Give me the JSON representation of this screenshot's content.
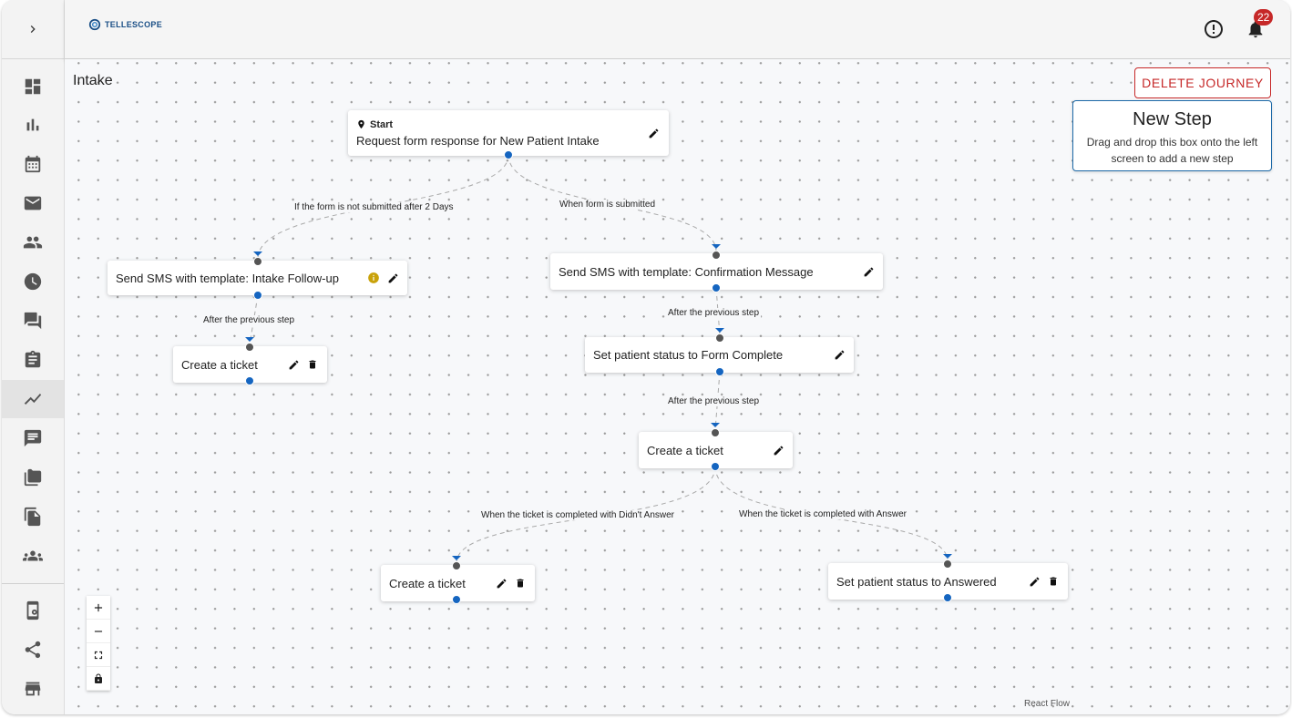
{
  "app": {
    "logo_text": "TELLESCOPE",
    "notification_count": "22",
    "brand_color": "#1a4f86",
    "accent_color": "#1565c0",
    "danger_color": "#c62828"
  },
  "sidebar": {
    "items": [
      {
        "name": "dashboard-icon"
      },
      {
        "name": "analytics-icon"
      },
      {
        "name": "calendar-icon"
      },
      {
        "name": "mail-icon"
      },
      {
        "name": "people-icon"
      },
      {
        "name": "clock-icon"
      },
      {
        "name": "forum-icon"
      },
      {
        "name": "clipboard-icon"
      },
      {
        "name": "timeline-icon",
        "active": true
      },
      {
        "name": "chat-icon"
      },
      {
        "name": "folder-icon"
      },
      {
        "name": "files-icon"
      },
      {
        "name": "groups-icon"
      },
      {
        "name": "app-settings-icon"
      },
      {
        "name": "share-icon"
      },
      {
        "name": "store-icon"
      }
    ]
  },
  "page": {
    "title": "Intake",
    "delete_button": "DELETE JOURNEY"
  },
  "new_step": {
    "title": "New Step",
    "description": "Drag and drop this box onto the left screen to add a new step"
  },
  "flow": {
    "start_label": "Start",
    "nodes": {
      "start": "Request form response for New Patient Intake",
      "sms_followup": "Send SMS with template: Intake Follow-up",
      "sms_confirm": "Send SMS with template: Confirmation Message",
      "ticket_left": "Create a ticket",
      "status_form_complete": "Set patient status to Form Complete",
      "ticket_center": "Create a ticket",
      "ticket_bottom": "Create a ticket",
      "status_answered": "Set patient status to Answered"
    },
    "edge_labels": {
      "not_submitted": "If the form is not submitted after 2 Days",
      "submitted": "When form is submitted",
      "after_prev_1": "After the previous step",
      "after_prev_2": "After the previous step",
      "after_prev_3": "After the previous step",
      "didnt_answer": "When the ticket is completed with Didn't Answer",
      "answer": "When the ticket is completed with Answer"
    }
  },
  "attribution": "React Flow"
}
